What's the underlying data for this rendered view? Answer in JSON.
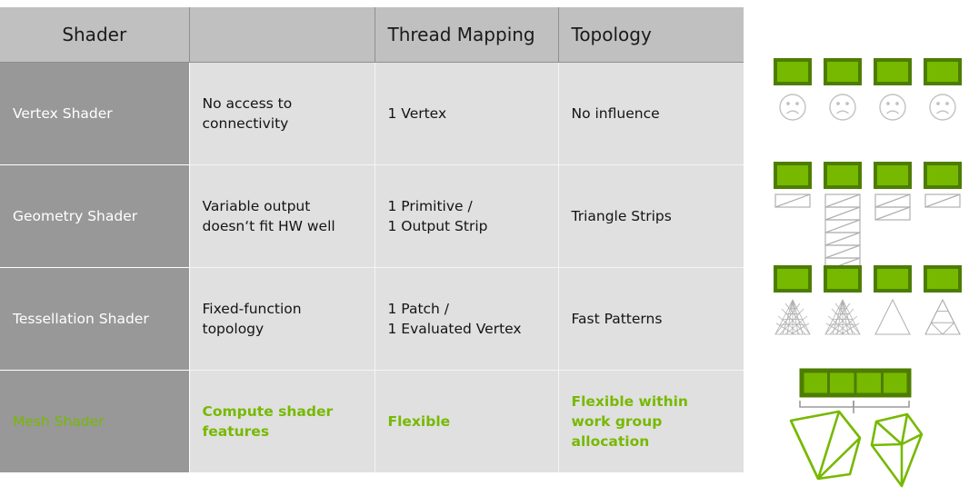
{
  "table": {
    "headers": [
      {
        "label": "Shader",
        "name": "shader"
      },
      {
        "label": "",
        "name": "description"
      },
      {
        "label": "Thread Mapping",
        "name": "thread-mapping"
      },
      {
        "label": "Topology",
        "name": "topology"
      }
    ],
    "rows": [
      {
        "shader": "Vertex Shader",
        "description": "No access to connectivity",
        "thread_mapping": "1 Vertex",
        "topology": "No influence",
        "highlight": false
      },
      {
        "shader": "Geometry Shader",
        "description": "Variable output doesn‘t fit HW well",
        "thread_mapping": "1 Primitive /\n1 Output Strip",
        "topology": "Triangle Strips",
        "highlight": false
      },
      {
        "shader": "Tessellation Shader",
        "description": "Fixed-function topology",
        "thread_mapping": "1 Patch /\n1 Evaluated Vertex",
        "topology": "Fast Patterns",
        "highlight": false
      },
      {
        "shader": "Mesh Shader",
        "description": "Compute shader features",
        "thread_mapping": "Flexible",
        "topology": "Flexible within work group allocation",
        "highlight": true
      }
    ]
  },
  "diagram": {
    "rows": [
      {
        "name": "vertex-shader-illustration",
        "thread_blocks": 4,
        "glyph": "sad-face",
        "glyph_count": 4
      },
      {
        "name": "geometry-shader-illustration",
        "thread_blocks": 4,
        "glyph": "triangle-strip",
        "strip_lengths": [
          1,
          8,
          2,
          1
        ]
      },
      {
        "name": "tessellation-shader-illustration",
        "thread_blocks": 4,
        "glyph": "tessellated-triangle",
        "subdivision_levels": [
          7,
          7,
          1,
          3
        ]
      },
      {
        "name": "mesh-shader-illustration",
        "thread_blocks": 4,
        "joined_block": true,
        "glyph": "mesh-wireframe",
        "mesh_count": 2
      }
    ]
  },
  "colors": {
    "accent_green": "#76b900",
    "accent_green_dark": "#4d7d00",
    "header_gray": "#c0c0c0",
    "shader_column_gray": "#989898",
    "cell_gray": "#e0e0e0",
    "outline_gray": "#b0b0b0"
  }
}
